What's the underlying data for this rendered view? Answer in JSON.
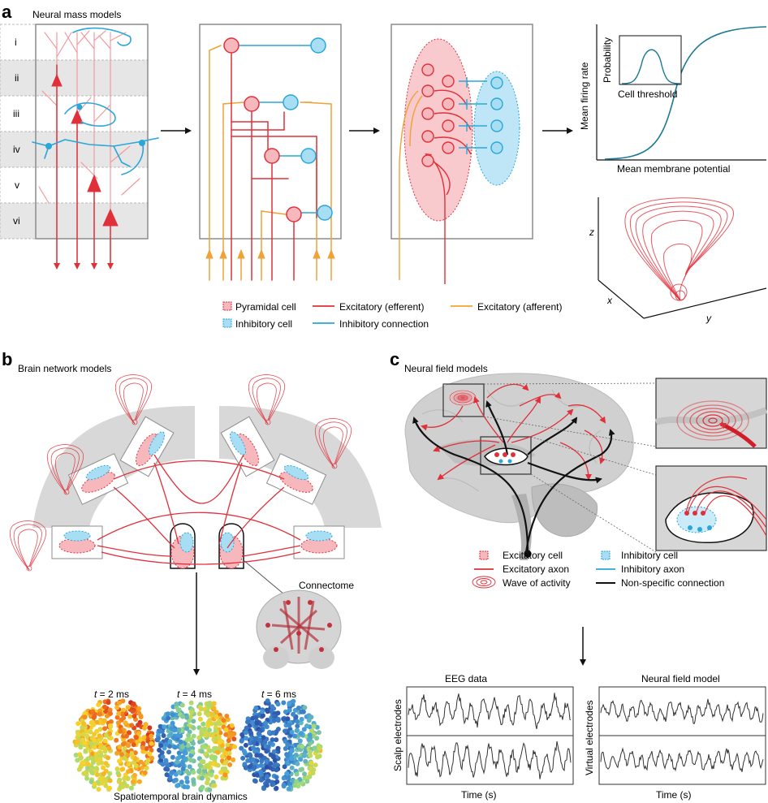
{
  "colors": {
    "excitatory": "#e0303a",
    "excitatory_fill": "#f6b8bd",
    "inhibitory": "#2aa7d8",
    "inhibitory_fill": "#a8def3",
    "afferent": "#f0a236",
    "brain_gray": "#d2d2d2",
    "panel_border": "#8c8c8c",
    "sigmoid": "#1b7a94"
  },
  "panel_a": {
    "letter": "a",
    "title": "Neural mass models",
    "layers": [
      "i",
      "ii",
      "iii",
      "iv",
      "v",
      "vi"
    ],
    "sigmoid": {
      "xlabel": "Mean membrane potential",
      "ylabel": "Mean firing rate",
      "inset_xlabel": "Cell threshold",
      "inset_ylabel": "Probability"
    },
    "phase_axes": {
      "x": "x",
      "y": "y",
      "z": "z"
    },
    "legend": {
      "pyramidal": "Pyramidal cell",
      "inhibitory_cell": "Inhibitory cell",
      "excitatory_efferent": "Excitatory (efferent)",
      "inhibitory_connection": "Inhibitory connection",
      "excitatory_afferent": "Excitatory (afferent)"
    }
  },
  "panel_b": {
    "letter": "b",
    "title": "Brain network models",
    "connectome": "Connectome",
    "snapshots": [
      {
        "var": "t",
        "value": " = 2 ms"
      },
      {
        "var": "t",
        "value": " = 4 ms"
      },
      {
        "var": "t",
        "value": " = 6 ms"
      }
    ],
    "caption": "Spatiotemporal brain dynamics"
  },
  "panel_c": {
    "letter": "c",
    "title": "Neural field models",
    "legend": {
      "excitatory_cell": "Excitatory cell",
      "excitatory_axon": "Excitatory axon",
      "wave": "Wave of activity",
      "inhibitory_cell": "Inhibitory cell",
      "inhibitory_axon": "Inhibitory axon",
      "nonspecific": "Non-specific connection"
    },
    "eeg_title": "EEG data",
    "model_title": "Neural field model",
    "eeg_ylabel": "Scalp electrodes",
    "model_ylabel": "Virtual electrodes",
    "xlabel": "Time (s)"
  }
}
